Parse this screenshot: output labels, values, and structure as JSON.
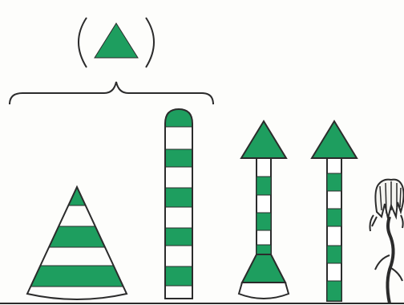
{
  "illustration": {
    "colors": {
      "background": "#fdfdfb",
      "stroke": "#2b2b2b",
      "fill": "#1e9e5f"
    },
    "marker_shapes": [
      {
        "name": "bracketed-triangle"
      },
      {
        "name": "striped-cone"
      },
      {
        "name": "striped-rounded-pillar"
      },
      {
        "name": "striped-arrow-pole-with-base"
      },
      {
        "name": "striped-arrow-pole"
      },
      {
        "name": "stylized-tree"
      }
    ]
  }
}
